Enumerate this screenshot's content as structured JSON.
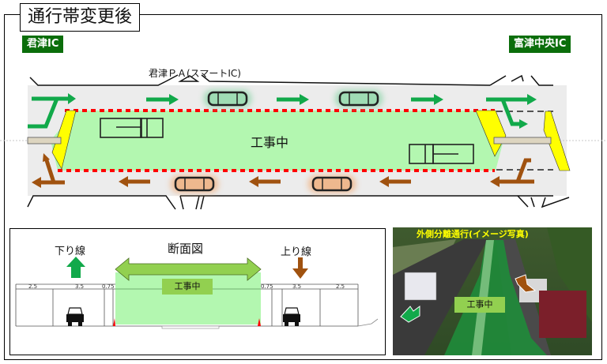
{
  "header": {
    "title": "通行帯変更後"
  },
  "interchanges": {
    "left": "君津IC",
    "right": "富津中央IC",
    "pa": "君津ＰＡ(スマートIC)"
  },
  "plan": {
    "work_zone_label": "工事中",
    "colors": {
      "work_zone": "#b3f7b0",
      "outbound_arrow": "#11a94a",
      "inbound_arrow": "#a0520f",
      "cone_line": "#ff0000",
      "barrier": "#ffff00",
      "road": "#ececec",
      "ic_badge": "#0b6e0b"
    }
  },
  "section": {
    "title": "断面図",
    "down_line": "下り線",
    "up_line": "上り線",
    "work_label": "工事中",
    "widths_left": [
      "2.5",
      "3.5",
      "0.75"
    ],
    "widths_right": [
      "0.75",
      "3.5",
      "2.5"
    ]
  },
  "photo": {
    "caption": "外側分離通行(イメージ写真)",
    "work_label": "工事中"
  }
}
